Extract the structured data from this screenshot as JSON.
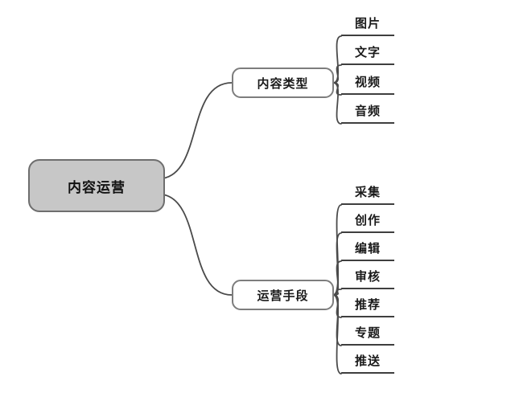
{
  "mindmap": {
    "root": {
      "label": "内容运营"
    },
    "branches": [
      {
        "label": "内容类型",
        "children": [
          "图片",
          "文字",
          "视频",
          "音频"
        ]
      },
      {
        "label": "运营手段",
        "children": [
          "采集",
          "创作",
          "编辑",
          "审核",
          "推荐",
          "专题",
          "推送"
        ]
      }
    ]
  },
  "colors": {
    "background": "#ffffff",
    "root_fill": "#c7c7c7",
    "root_border": "#6e6e6e",
    "branch_fill": "#ffffff",
    "branch_border": "#7d7d7d",
    "connector_line": "#4a4a4a",
    "leaf_underline": "#3f3f3f",
    "text": "#1a1a1a"
  }
}
